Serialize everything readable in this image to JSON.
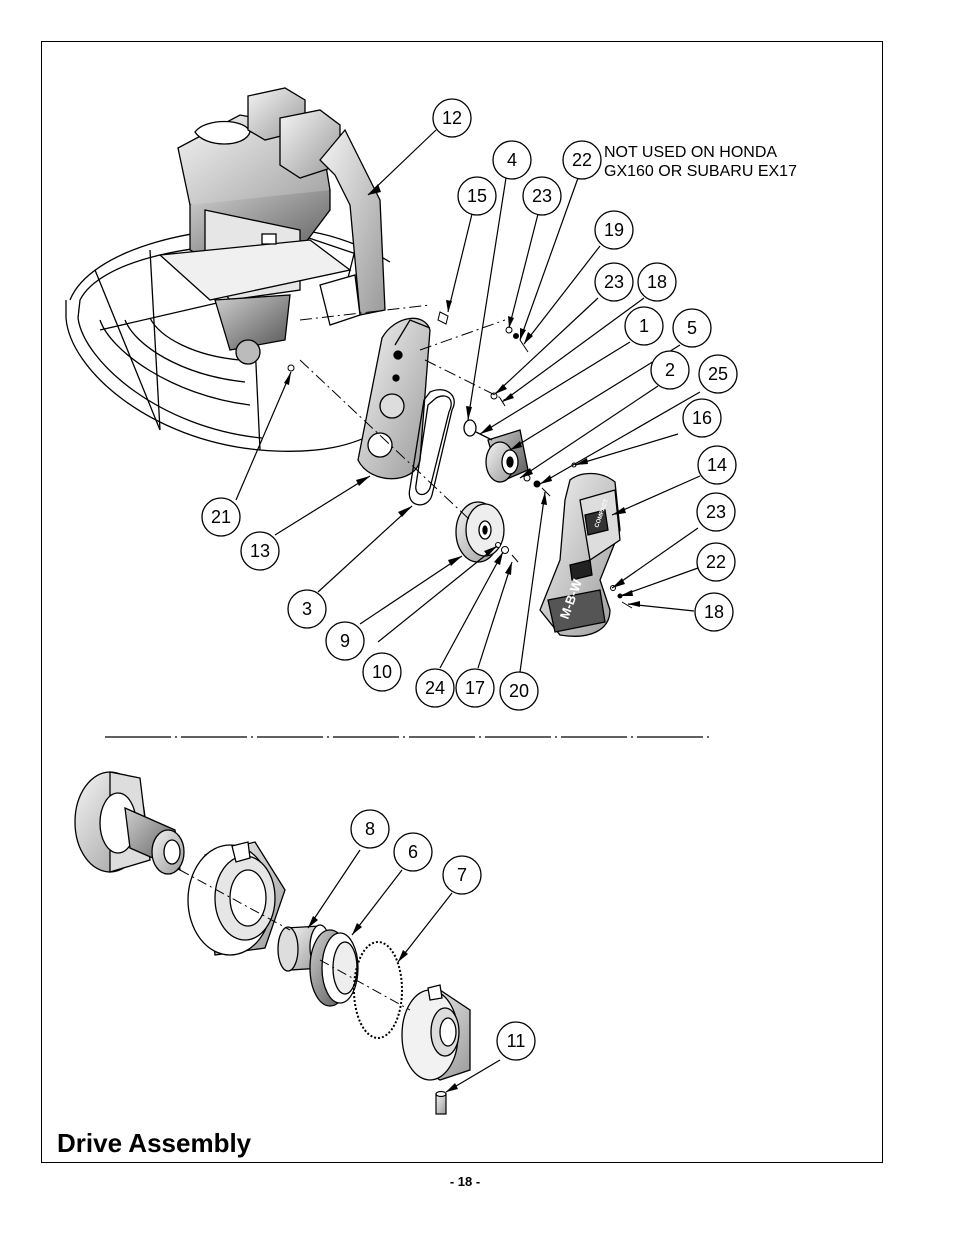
{
  "page": {
    "title": "Drive Assembly",
    "page_number": "- 18 -",
    "note_line1": "NOT USED ON HONDA",
    "note_line2": "GX160 OR SUBARU EX17"
  },
  "callouts": [
    "12",
    "4",
    "22",
    "15",
    "23",
    "19",
    "23",
    "18",
    "1",
    "5",
    "2",
    "25",
    "16",
    "14",
    "23",
    "22",
    "18",
    "21",
    "13",
    "3",
    "9",
    "10",
    "24",
    "17",
    "20",
    "8",
    "6",
    "7",
    "11"
  ],
  "cover_lettering": {
    "front_cover": "M-B-W",
    "rear_cover": "COMPACT"
  },
  "colors": {
    "ink": "#000000",
    "paper": "#ffffff",
    "shade": "#888888"
  }
}
